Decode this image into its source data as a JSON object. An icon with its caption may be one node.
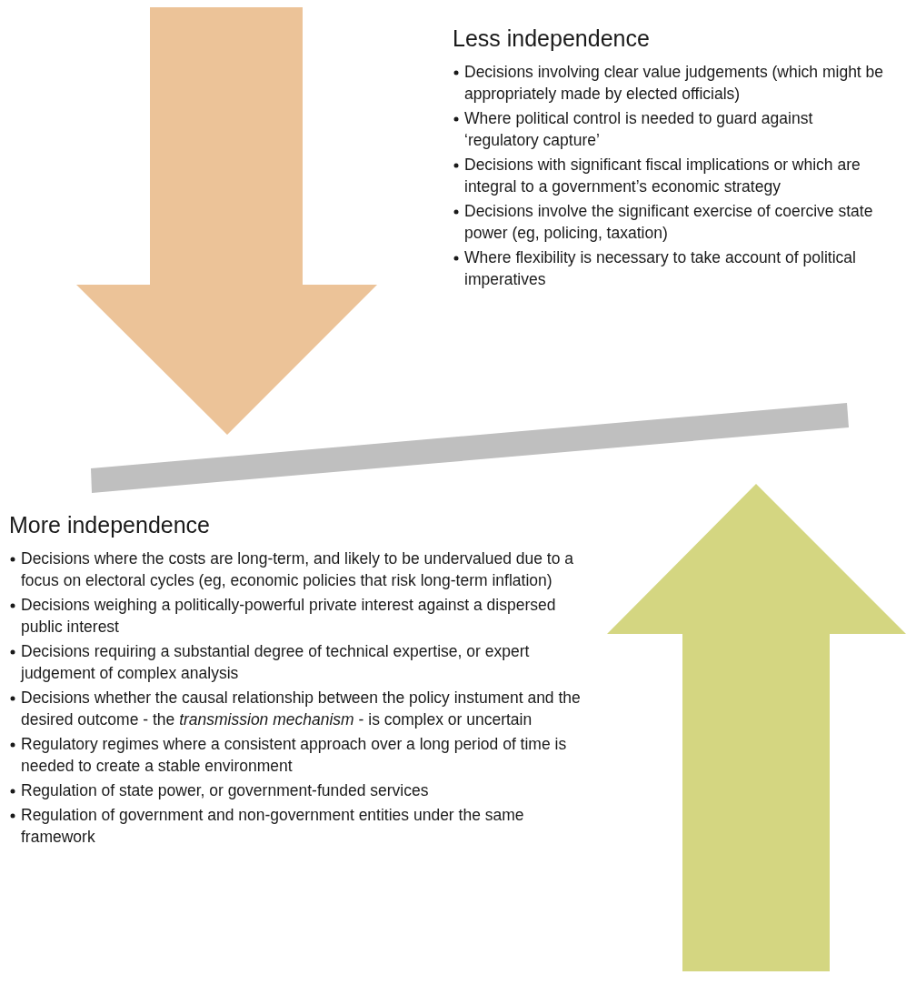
{
  "diagram": {
    "labels": [
      "Less independence",
      "Decisions involving clear value judgements (which might be appropriately made by elected officials)",
      "Where political control is needed to guard against ‘regulatory capture’",
      "Decisions with significant fiscal implications or which are integral to a government’s economic strategy",
      "Decisions involve the significant exercise of coercive state power (eg, policing, taxation)",
      "Where flexibility is necessary to take account of political imperatives",
      "More independence",
      "Decisions where the costs are long-term, and likely to be undervalued due to a focus on electoral cycles (eg, economic policies that risk long-term inflation)",
      "Decisions weighing a politically-powerful private interest against a dispersed public interest",
      "Decisions requiring a substantial degree of technical expertise, or expert judgement of complex analysis",
      "Decisions whether the causal relationship between the policy instument and the desired outcome - the *transmission mechanism* - is complex or uncertain",
      "Regulatory regimes where a consistent approach over a long period of time is needed to create a stable environment",
      "Regulation of state power, or government-funded services",
      "Regulation of government and non-government entities under the same framework"
    ]
  }
}
